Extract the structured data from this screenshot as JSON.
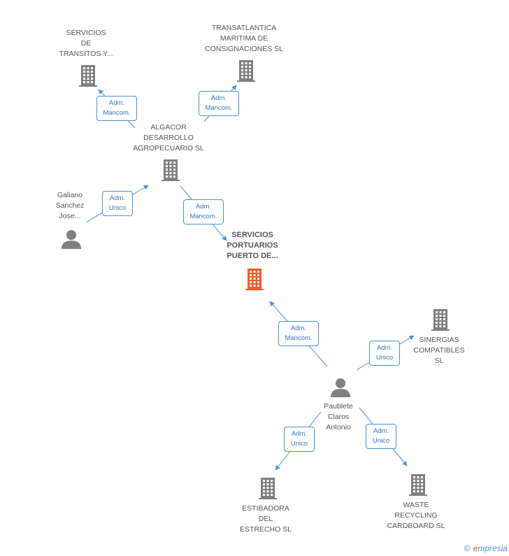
{
  "colors": {
    "edge": "#4a90d9",
    "node_gray": "#808080",
    "node_focus": "#f15a29",
    "label": "#555555"
  },
  "nodes": [
    {
      "id": "servicios_transitos",
      "type": "company",
      "lines": [
        "SERVICIOS",
        "DE",
        "TRANSITOS Y..."
      ]
    },
    {
      "id": "transatlantica",
      "type": "company",
      "lines": [
        "TRANSATLANTICA",
        "MARITIMA DE",
        "CONSIGNACIONES SL"
      ]
    },
    {
      "id": "algacor",
      "type": "company",
      "lines": [
        "ALGACOR",
        "DESARROLLO",
        "AGROPECUARIO SL"
      ]
    },
    {
      "id": "galiano",
      "type": "person",
      "lines": [
        "Galiano",
        "Sanchez",
        "Jose..."
      ]
    },
    {
      "id": "servicios_portuarios",
      "type": "company-focus",
      "lines": [
        "SERVICIOS",
        "PORTUARIOS",
        "PUERTO DE..."
      ]
    },
    {
      "id": "sinergias",
      "type": "company",
      "lines": [
        "SINERGIAS",
        "COMPATIBLES",
        "SL"
      ]
    },
    {
      "id": "paublete",
      "type": "person",
      "lines": [
        "Paublete",
        "Claros",
        "Antonio"
      ]
    },
    {
      "id": "estibadora",
      "type": "company",
      "lines": [
        "ESTIBADORA",
        "DEL",
        "ESTRECHO SL"
      ]
    },
    {
      "id": "waste",
      "type": "company",
      "lines": [
        "WASTE",
        "RECYCLING",
        "CARDBOARD SL"
      ]
    }
  ],
  "edges": [
    {
      "id": "algacor_to_servicios_transitos",
      "lines": [
        "Adm.",
        "Mancom."
      ]
    },
    {
      "id": "algacor_to_transatlantica",
      "lines": [
        "Adm.",
        "Mancom."
      ]
    },
    {
      "id": "galiano_to_algacor",
      "lines": [
        "Adm.",
        "Unico"
      ]
    },
    {
      "id": "algacor_to_servicios_portuarios",
      "lines": [
        "Adm.",
        "Mancom."
      ]
    },
    {
      "id": "paublete_to_servicios_portuarios",
      "lines": [
        "Adm.",
        "Mancom."
      ]
    },
    {
      "id": "paublete_to_sinergias",
      "lines": [
        "Adm.",
        "Unico"
      ]
    },
    {
      "id": "paublete_to_estibadora",
      "lines": [
        "Adm.",
        "Unico"
      ]
    },
    {
      "id": "paublete_to_waste",
      "lines": [
        "Adm.",
        "Unico"
      ]
    }
  ],
  "footer": {
    "copyright": "©",
    "brand_initial": "e",
    "brand_rest": "mpresia"
  }
}
